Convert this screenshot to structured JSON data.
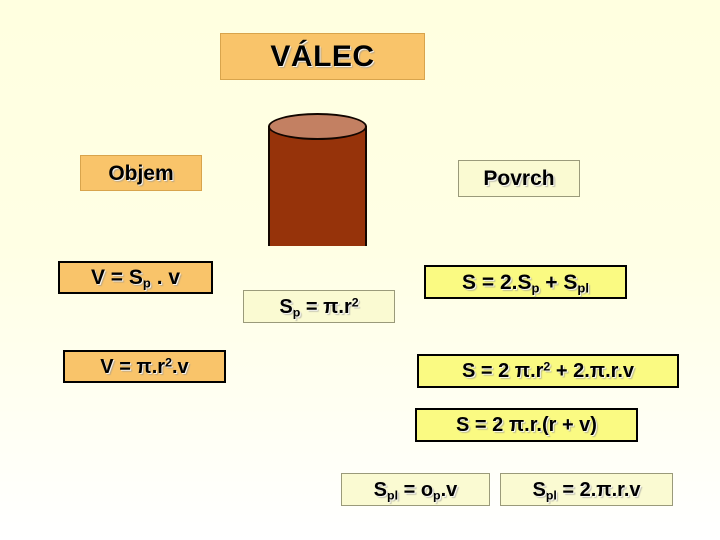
{
  "slide": {
    "title": "VÁLEC",
    "background_top_color": "#FFFFE0",
    "background_bottom_color": "#FFFFFF"
  },
  "headers": {
    "volume": "Objem",
    "surface": "Povrch"
  },
  "shape": {
    "name": "cylinder",
    "body_color": "#96330A",
    "top_face_color": "#C38062",
    "outline_color": "#120600"
  },
  "colors": {
    "orange_fill": "#F9C46A",
    "pale_yellow_fill": "#FAFAD2",
    "bright_yellow_fill": "#FAFA82",
    "border_black": "#000000",
    "text": "#000000"
  },
  "formulas": {
    "volume": [
      {
        "id": "v-sp-v",
        "plain": "V = Sp . v",
        "parts": [
          {
            "t": "V = S"
          },
          {
            "sub": "p"
          },
          {
            "t": " . v"
          }
        ]
      },
      {
        "id": "v-pir2v",
        "plain": "V = π.r2.v",
        "parts": [
          {
            "t": "V = π.r"
          },
          {
            "sup": "2"
          },
          {
            "t": ".v"
          }
        ]
      }
    ],
    "base_area": [
      {
        "id": "sp-pir2",
        "plain": "Sp = π.r2",
        "parts": [
          {
            "t": "S"
          },
          {
            "sub": "p"
          },
          {
            "t": " = π.r"
          },
          {
            "sup": "2"
          }
        ]
      }
    ],
    "surface": [
      {
        "id": "s-2sp-spl",
        "plain": "S = 2.Sp + Spl",
        "parts": [
          {
            "t": "S = 2.S"
          },
          {
            "sub": "p"
          },
          {
            "t": " + S"
          },
          {
            "sub": "pl"
          }
        ]
      },
      {
        "id": "s-full",
        "plain": "S = 2 π.r2 + 2.π.r.v",
        "parts": [
          {
            "t": "S = 2 π.r"
          },
          {
            "sup": "2"
          },
          {
            "t": " + 2.π.r.v"
          }
        ]
      },
      {
        "id": "s-fact",
        "plain": "S = 2 π.r.(r + v)",
        "parts": [
          {
            "t": "S = 2 π.r.(r + v)"
          }
        ]
      }
    ],
    "lateral": [
      {
        "id": "spl-opv",
        "plain": "Spl = op.v",
        "parts": [
          {
            "t": "S"
          },
          {
            "sub": "pl"
          },
          {
            "t": " = o"
          },
          {
            "sub": "p"
          },
          {
            "t": ".v"
          }
        ]
      },
      {
        "id": "spl-2pirv",
        "plain": "Spl = 2.π.r.v",
        "parts": [
          {
            "t": "S"
          },
          {
            "sub": "pl"
          },
          {
            "t": " = 2.π.r.v"
          }
        ]
      }
    ]
  }
}
